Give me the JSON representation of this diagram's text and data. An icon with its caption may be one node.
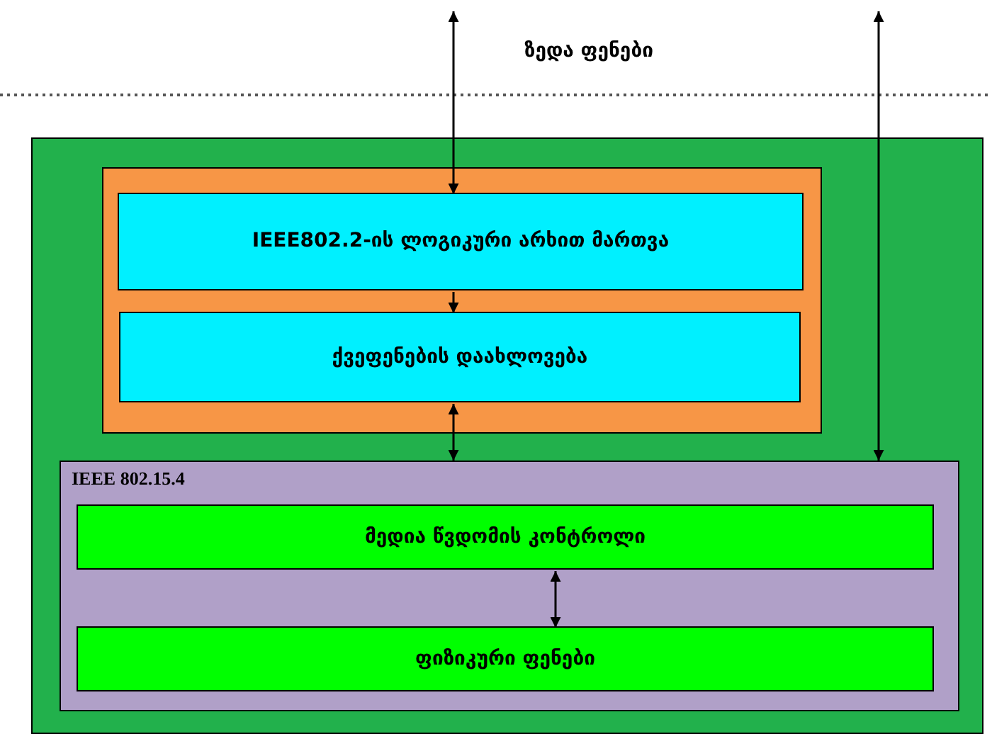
{
  "diagram": {
    "nodes": [
      {
        "text": [],
        "shape": "box"
      },
      {
        "text": [],
        "shape": "box",
        "in": 0
      },
      {
        "text": [
          "IEEE802.2-ის ლოგიკური არხით მართვა"
        ],
        "in": 1
      },
      {
        "text": [
          "ქვეფენების დაახლოვება"
        ],
        "in": 1
      },
      {
        "text": [
          "IEEE 802.15.4"
        ],
        "in": 0
      },
      {
        "text": [
          "მედია წვდომის კონტროლი"
        ],
        "in": 4
      },
      {
        "text": [
          "ფიზიკური ფენები"
        ],
        "in": 4
      }
    ],
    "edges": [
      {
        "from": null,
        "to": 2,
        "arrow": "both"
      },
      {
        "from": 2,
        "to": 3,
        "arrow": "to"
      },
      {
        "from": 3,
        "to": 4,
        "arrow": "both"
      },
      {
        "from": null,
        "to": 4,
        "arrow": "both"
      },
      {
        "from": 5,
        "to": 6,
        "arrow": "both"
      }
    ],
    "labels": [
      "ზედა ფენები"
    ]
  }
}
